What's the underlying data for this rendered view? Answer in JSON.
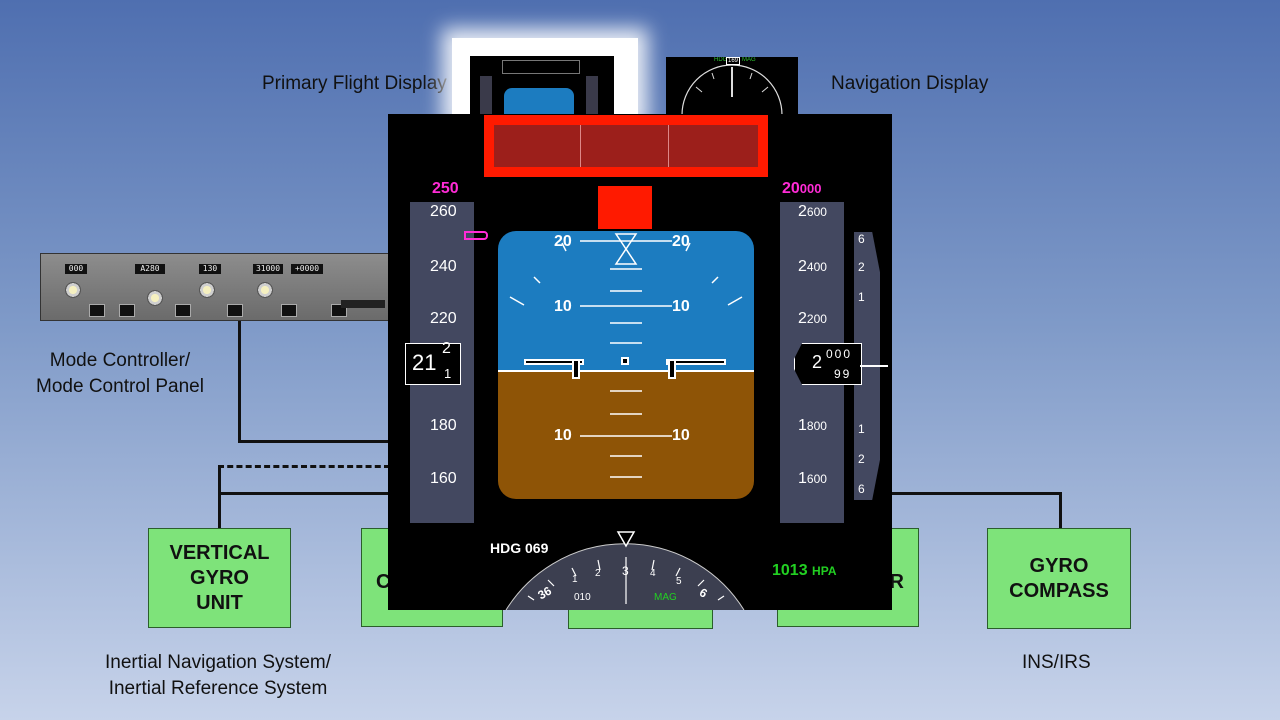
{
  "labels": {
    "pfd": "Primary Flight Display",
    "nd": "Navigation Display",
    "mcp_line1": "Mode Controller/",
    "mcp_line2": "Mode Control Panel",
    "ins_line1": "Inertial Navigation System/",
    "ins_line2": "Inertial Reference System",
    "insirs": "INS/IRS"
  },
  "boxes": {
    "vertical_gyro": [
      "VERTICAL",
      "GYRO",
      "UNIT"
    ],
    "box2_fragment": "C",
    "box4_fragment": "R",
    "gyro_compass": [
      "GYRO",
      "COMPASS"
    ]
  },
  "mcp": {
    "windows": [
      "000",
      "A280",
      "130",
      "31000",
      "+0000"
    ]
  },
  "pfd": {
    "speed_bug": "250",
    "alt_bug_big": "20",
    "alt_bug_small": "000",
    "speed_ticks": [
      "260",
      "240",
      "220",
      "180",
      "160"
    ],
    "alt_ticks": [
      {
        "big": "2",
        "small": "600"
      },
      {
        "big": "2",
        "small": "400"
      },
      {
        "big": "2",
        "small": "200"
      },
      {
        "big": "1",
        "small": "800"
      },
      {
        "big": "1",
        "small": "600"
      }
    ],
    "speed_readout_big": "21",
    "speed_readout_top": "2",
    "speed_readout_bottom": "1",
    "alt_readout_big": "2",
    "alt_readout_top": "000",
    "alt_readout_bottom": "99",
    "pitch_labels": [
      "20",
      "10",
      "10"
    ],
    "vsi_labels": [
      "6",
      "2",
      "1",
      "1",
      "2",
      "6"
    ],
    "heading_label": "HDG 069",
    "baro_value": "1013",
    "baro_unit": "HPA",
    "compass_labels": [
      "36",
      "010",
      "1",
      "2",
      "3",
      "4",
      "5",
      "6"
    ],
    "mag_label": "MAG",
    "colors": {
      "magenta": "#ff2bd6",
      "sky": "#1c7cc0",
      "ground": "#8e5406",
      "warning_red": "#ff1a00",
      "baro_green": "#22d022"
    }
  },
  "nd_thumb": {
    "hdg": "HDG",
    "value": "169",
    "mag": "MAG"
  }
}
